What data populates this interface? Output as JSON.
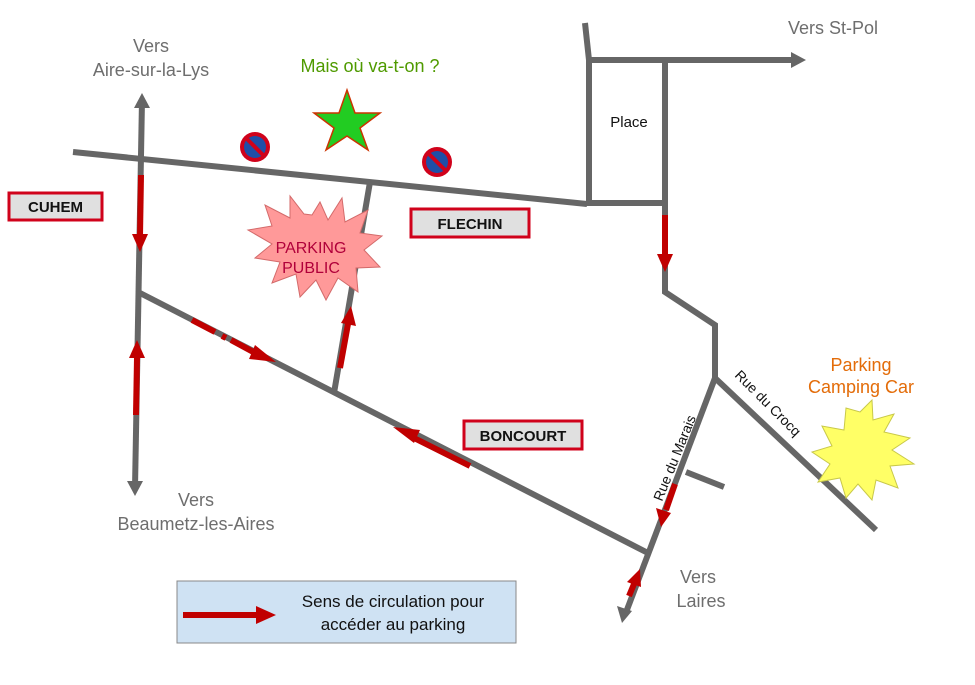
{
  "directions": {
    "aire": [
      "Vers",
      "Aire-sur-la-Lys"
    ],
    "stpol": "Vers St-Pol",
    "beaumetz": [
      "Vers",
      "Beaumetz-les-Aires"
    ],
    "laires": [
      "Vers",
      "Laires"
    ]
  },
  "towns": {
    "cuhem": "CUHEM",
    "flechin": "FLECHIN",
    "boncourt": "BONCOURT"
  },
  "labels": {
    "question": "Mais où va-t-on ?",
    "place": "Place",
    "parking_public": [
      "PARKING",
      "PUBLIC"
    ],
    "parking_camping": [
      "Parking",
      "Camping Car"
    ],
    "rue_marais": "Rue du Marais",
    "rue_crocq": "Rue du Crocq"
  },
  "legend": {
    "text": [
      "Sens de circulation pour",
      "accéder au parking"
    ]
  },
  "icons": {
    "no_parking": "no-parking-sign",
    "star": "green-star",
    "parking_burst": "red-burst",
    "camping_burst": "yellow-burst",
    "arrow": "red-direction-arrow"
  },
  "colors": {
    "road": "#666666",
    "arrow": "#c00000",
    "town_border": "#d0021b",
    "town_fill": "#e0e0e0",
    "question": "#4f9a00",
    "camping": "#e36c09",
    "legend_bg": "#cfe2f3",
    "star": "#22cc22",
    "parking_burst": "#ff9999",
    "camping_burst": "#ffff66"
  }
}
